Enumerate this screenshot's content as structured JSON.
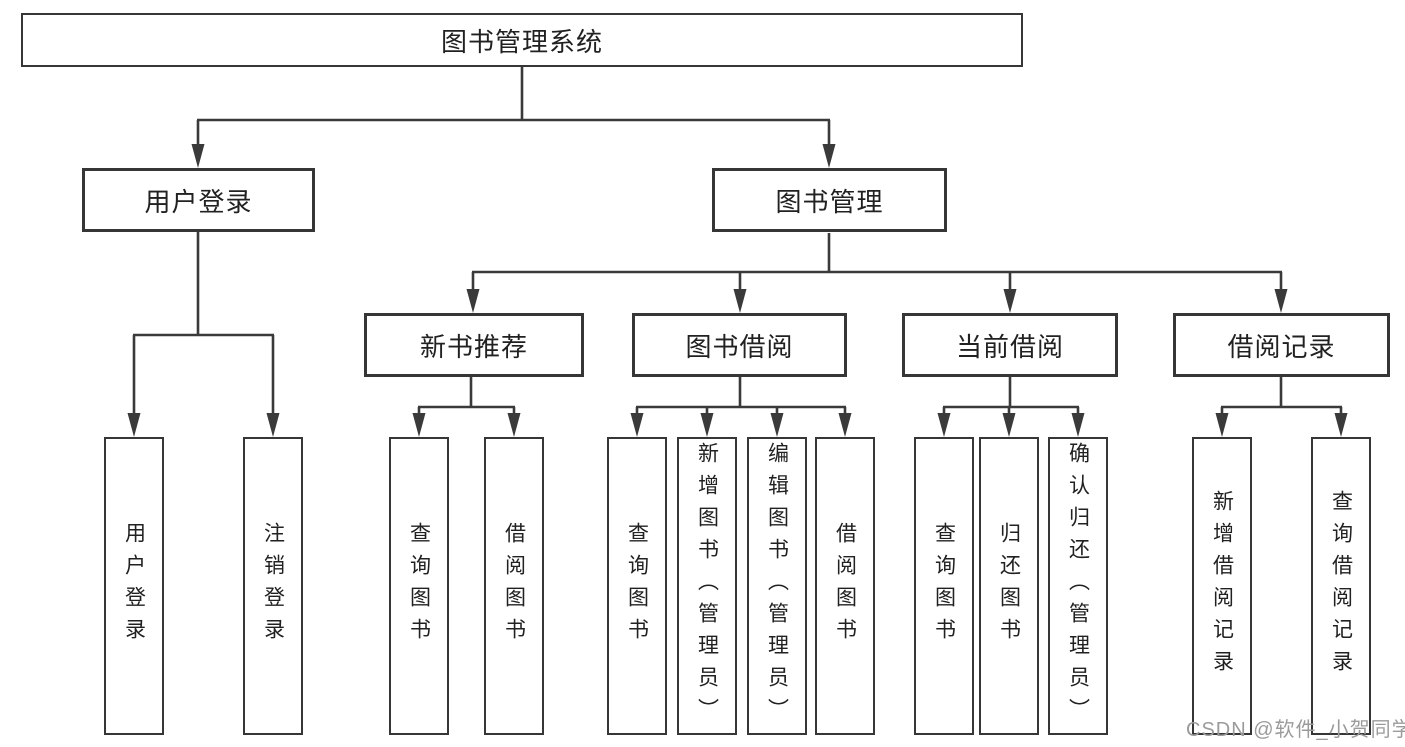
{
  "title": {
    "label": "图书管理系统"
  },
  "level2": [
    {
      "label": "用户登录"
    },
    {
      "label": "图书管理"
    }
  ],
  "level3": [
    {
      "label": "新书推荐"
    },
    {
      "label": "图书借阅"
    },
    {
      "label": "当前借阅"
    },
    {
      "label": "借阅记录"
    }
  ],
  "leaf_groups": [
    {
      "parent": "用户登录",
      "items": [
        "用户登录",
        "注销登录"
      ]
    },
    {
      "parent": "新书推荐",
      "items": [
        "查询图书",
        "借阅图书"
      ]
    },
    {
      "parent": "图书借阅",
      "items": [
        "查询图书",
        "新增图书（管理员）",
        "编辑图书（管理员）",
        "借阅图书"
      ]
    },
    {
      "parent": "当前借阅",
      "items": [
        "查询图书",
        "归还图书",
        "确认归还（管理员）"
      ]
    },
    {
      "parent": "借阅记录",
      "items": [
        "新增借阅记录",
        "查询借阅记录"
      ]
    }
  ],
  "watermark": {
    "text": "CSDN @软件_小贺同学"
  },
  "colors": {
    "line": "#3a3a3a",
    "box_border": "#363636",
    "text": "#212121",
    "watermark": "#9b9b9b",
    "background": "#ffffff"
  }
}
